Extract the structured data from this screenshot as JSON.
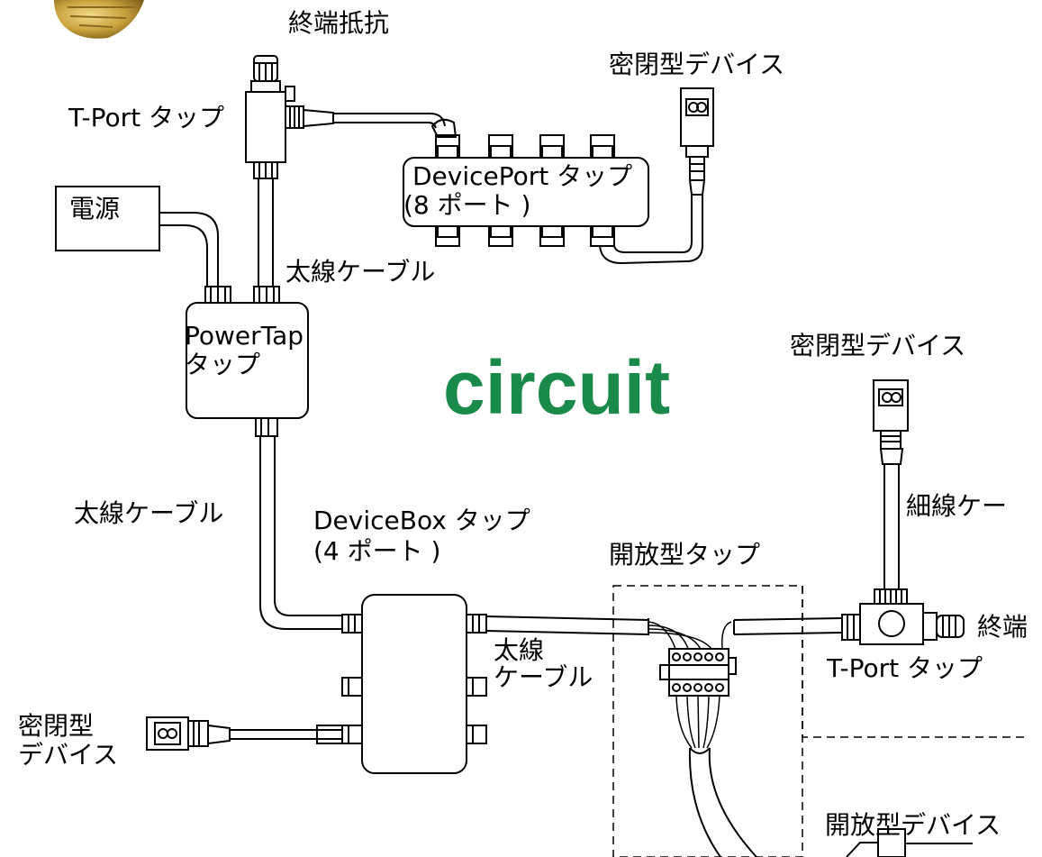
{
  "labels": {
    "terminator_top": "終端抵抗",
    "sealed_device_top": "密閉型デバイス",
    "tport_top": "T-Port タップ",
    "power_supply": "電源",
    "deviceport_tap_line1": "DevicePort タップ",
    "deviceport_tap_line2": "(8 ポート )",
    "thick_cable_top": "太線ケーブル",
    "powertap_line1": "PowerTap",
    "powertap_line2": "タップ",
    "sealed_device_right": "密閉型デバイス",
    "thick_cable_left": "太線ケーブル",
    "devicebox_line1": "DeviceBox タップ",
    "devicebox_line2": "(4 ポート )",
    "open_tap": "開放型タップ",
    "thin_cable": "細線ケー",
    "terminator_right": "終端",
    "thick_cable_mid_line1": "太線",
    "thick_cable_mid_line2": "ケーブル",
    "tport_right": "T-Port タップ",
    "sealed_device_left_line1": "密閉型",
    "sealed_device_left_line2": "デバイス",
    "open_device": "開放型デバイス"
  },
  "watermark": "circuit",
  "colors": {
    "watermark": "#1a8a4a",
    "line": "#000000",
    "brass": "#c9a23c"
  }
}
